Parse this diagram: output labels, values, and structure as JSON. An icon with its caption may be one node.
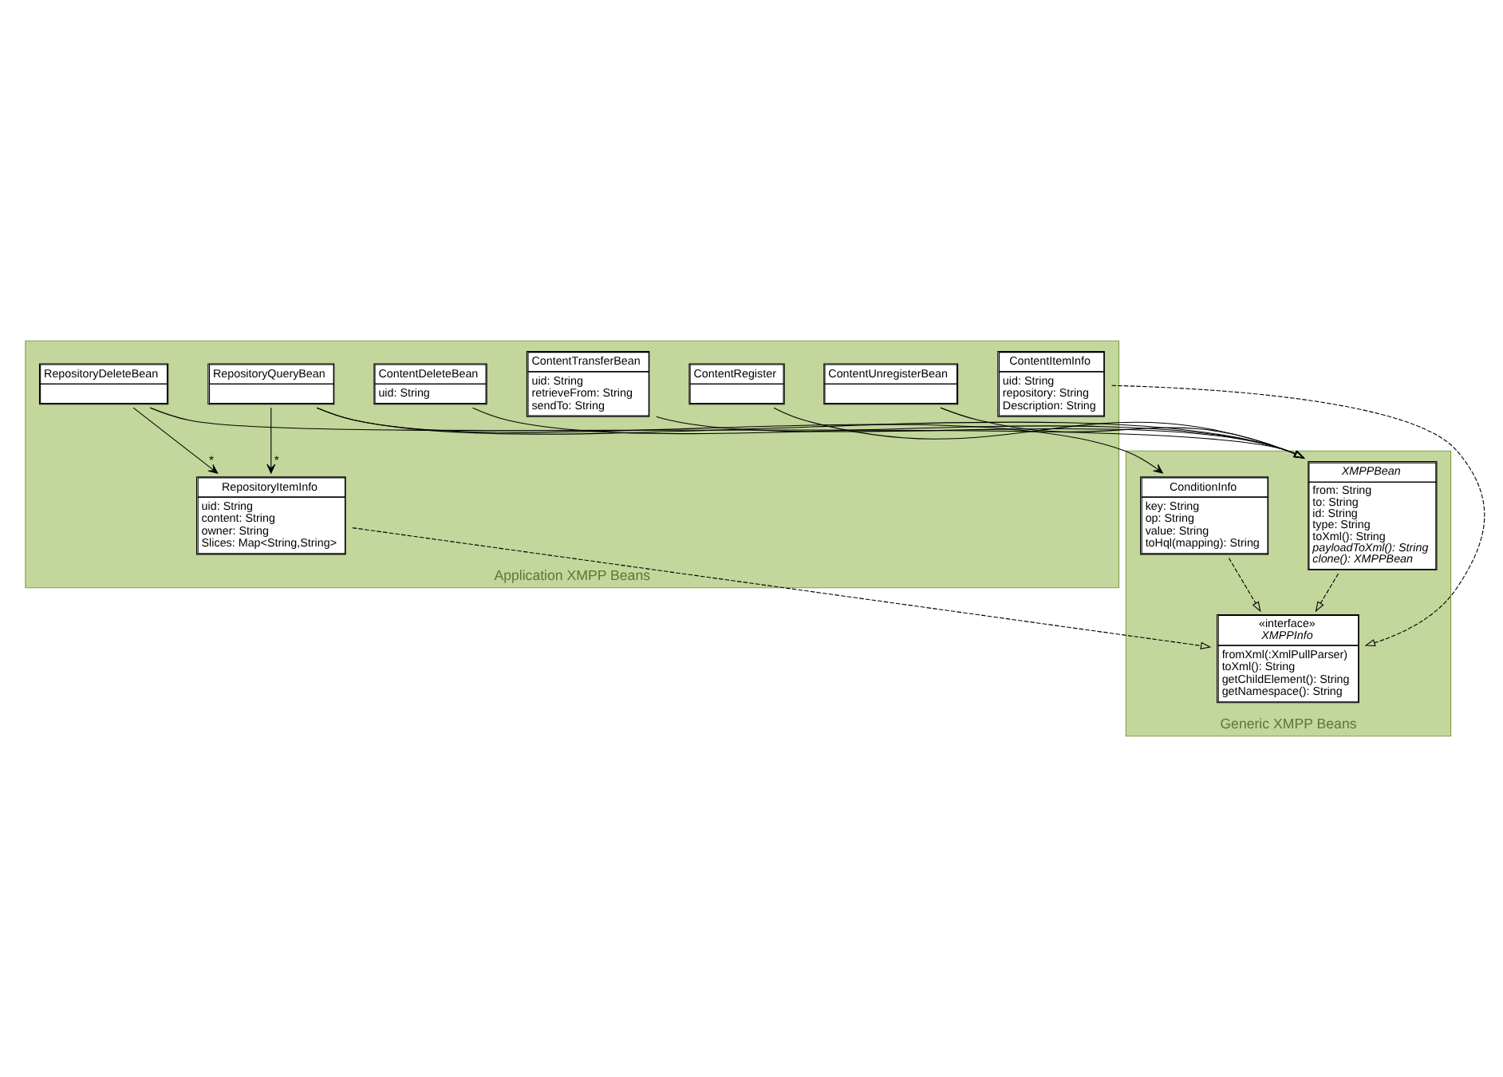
{
  "diagram": {
    "nodes": [
      {
        "text": [
          "Application XMPP Beans"
        ]
      },
      {
        "text": [
          "ContentUnregisterBean"
        ],
        "in": 0
      },
      {
        "text": [
          "ContentRegister"
        ],
        "in": 0
      },
      {
        "text": [
          "RepositoryDeleteBean"
        ],
        "in": 0
      },
      {
        "text": [
          "RepositoryItemInfo",
          "uid: String",
          "content: String",
          "owner: String",
          "Slices: Map<String,String>"
        ],
        "in": 0
      },
      {
        "text": [
          "RepositoryQueryBean"
        ],
        "in": 0
      },
      {
        "text": [
          "ContentTransferBean",
          "uid: String",
          "retrieveFrom: String",
          "sendTo: String"
        ],
        "in": 0
      },
      {
        "text": [
          "ContentItemInfo",
          "uid: String",
          "repository: String",
          "Description: String"
        ],
        "in": 0
      },
      {
        "text": [
          "ContentDeleteBean",
          "uid: String"
        ],
        "in": 0
      },
      {
        "text": [
          "Generic XMPP Beans"
        ]
      },
      {
        "text": [
          "XMPPBean",
          "from: String",
          "to: String",
          "id: String",
          "type: String",
          "toXml(): String",
          "payloadToXml(): String",
          "clone(): XMPPBean"
        ],
        "in": 9
      },
      {
        "text": [
          "ConditionInfo",
          "key: String",
          "op: String",
          "value: String",
          "toHql(mapping): String"
        ],
        "in": 9
      },
      {
        "text": [
          "«interface»",
          "XMPPInfo",
          "fromXml(:XmlPullParser)",
          "toXml(): String",
          "getChildElement(): String",
          "getNamespace(): String"
        ],
        "in": 9
      }
    ],
    "edges": [
      {
        "from": 1,
        "to": 10,
        "arrow": "to"
      },
      {
        "from": 2,
        "to": 10,
        "arrow": "to"
      },
      {
        "from": 6,
        "to": 10,
        "arrow": "to"
      },
      {
        "from": 3,
        "to": 10,
        "arrow": "to"
      },
      {
        "from": 5,
        "to": 10,
        "arrow": "to"
      },
      {
        "from": 8,
        "to": 10,
        "arrow": "to"
      },
      {
        "from": 3,
        "to": 4,
        "arrow": "to",
        "label": "*"
      },
      {
        "from": 5,
        "to": 4,
        "arrow": "to",
        "label": "*"
      },
      {
        "from": 5,
        "to": 11,
        "arrow": "to"
      },
      {
        "from": 10,
        "to": 12,
        "arrow": "to",
        "style": "dashed"
      },
      {
        "from": 4,
        "to": 12,
        "arrow": "to",
        "style": "dashed"
      },
      {
        "from": 7,
        "to": 12,
        "arrow": "to",
        "style": "dashed"
      },
      {
        "from": 11,
        "to": 12,
        "arrow": "to",
        "style": "dashed"
      }
    ]
  }
}
